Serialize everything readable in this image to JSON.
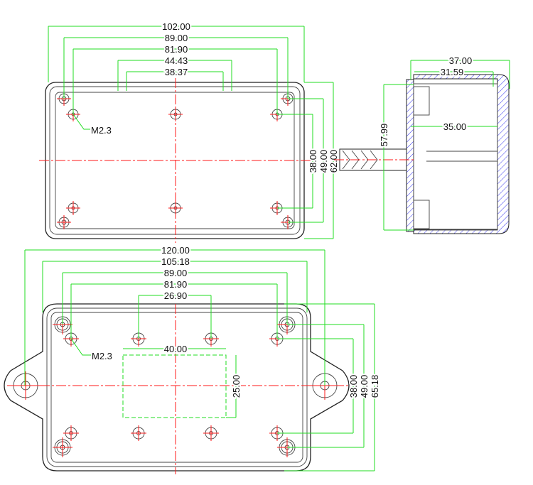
{
  "top_view": {
    "dims": {
      "overall_width": "102.00",
      "boss_spacing": "89.00",
      "screw_spacing": "81.90",
      "inner_a": "44.43",
      "inner_b": "38.37",
      "screw_vertical": "38.00",
      "boss_vertical": "49.00",
      "overall_height": "62.00"
    },
    "thread_note": "M2.3"
  },
  "side_view": {
    "dims": {
      "overall_depth": "37.00",
      "lid_depth": "31.59",
      "inner_depth": "35.00",
      "height": "57.99"
    }
  },
  "bottom_view": {
    "dims": {
      "overall_width": "120.00",
      "flange_hole_spacing": "105.18",
      "boss_spacing": "89.00",
      "screw_spacing": "81.90",
      "inner_screw_spacing": "26.90",
      "label_area_width": "40.00",
      "label_area_height": "25.00",
      "screw_vertical": "38.00",
      "boss_vertical": "49.00",
      "overall_height": "65.18"
    },
    "thread_note": "M2.3"
  },
  "colors": {
    "dimension": "#22dd22",
    "centerline": "#ff1a1a",
    "outline": "#222222",
    "hatch": "#3333ee"
  }
}
